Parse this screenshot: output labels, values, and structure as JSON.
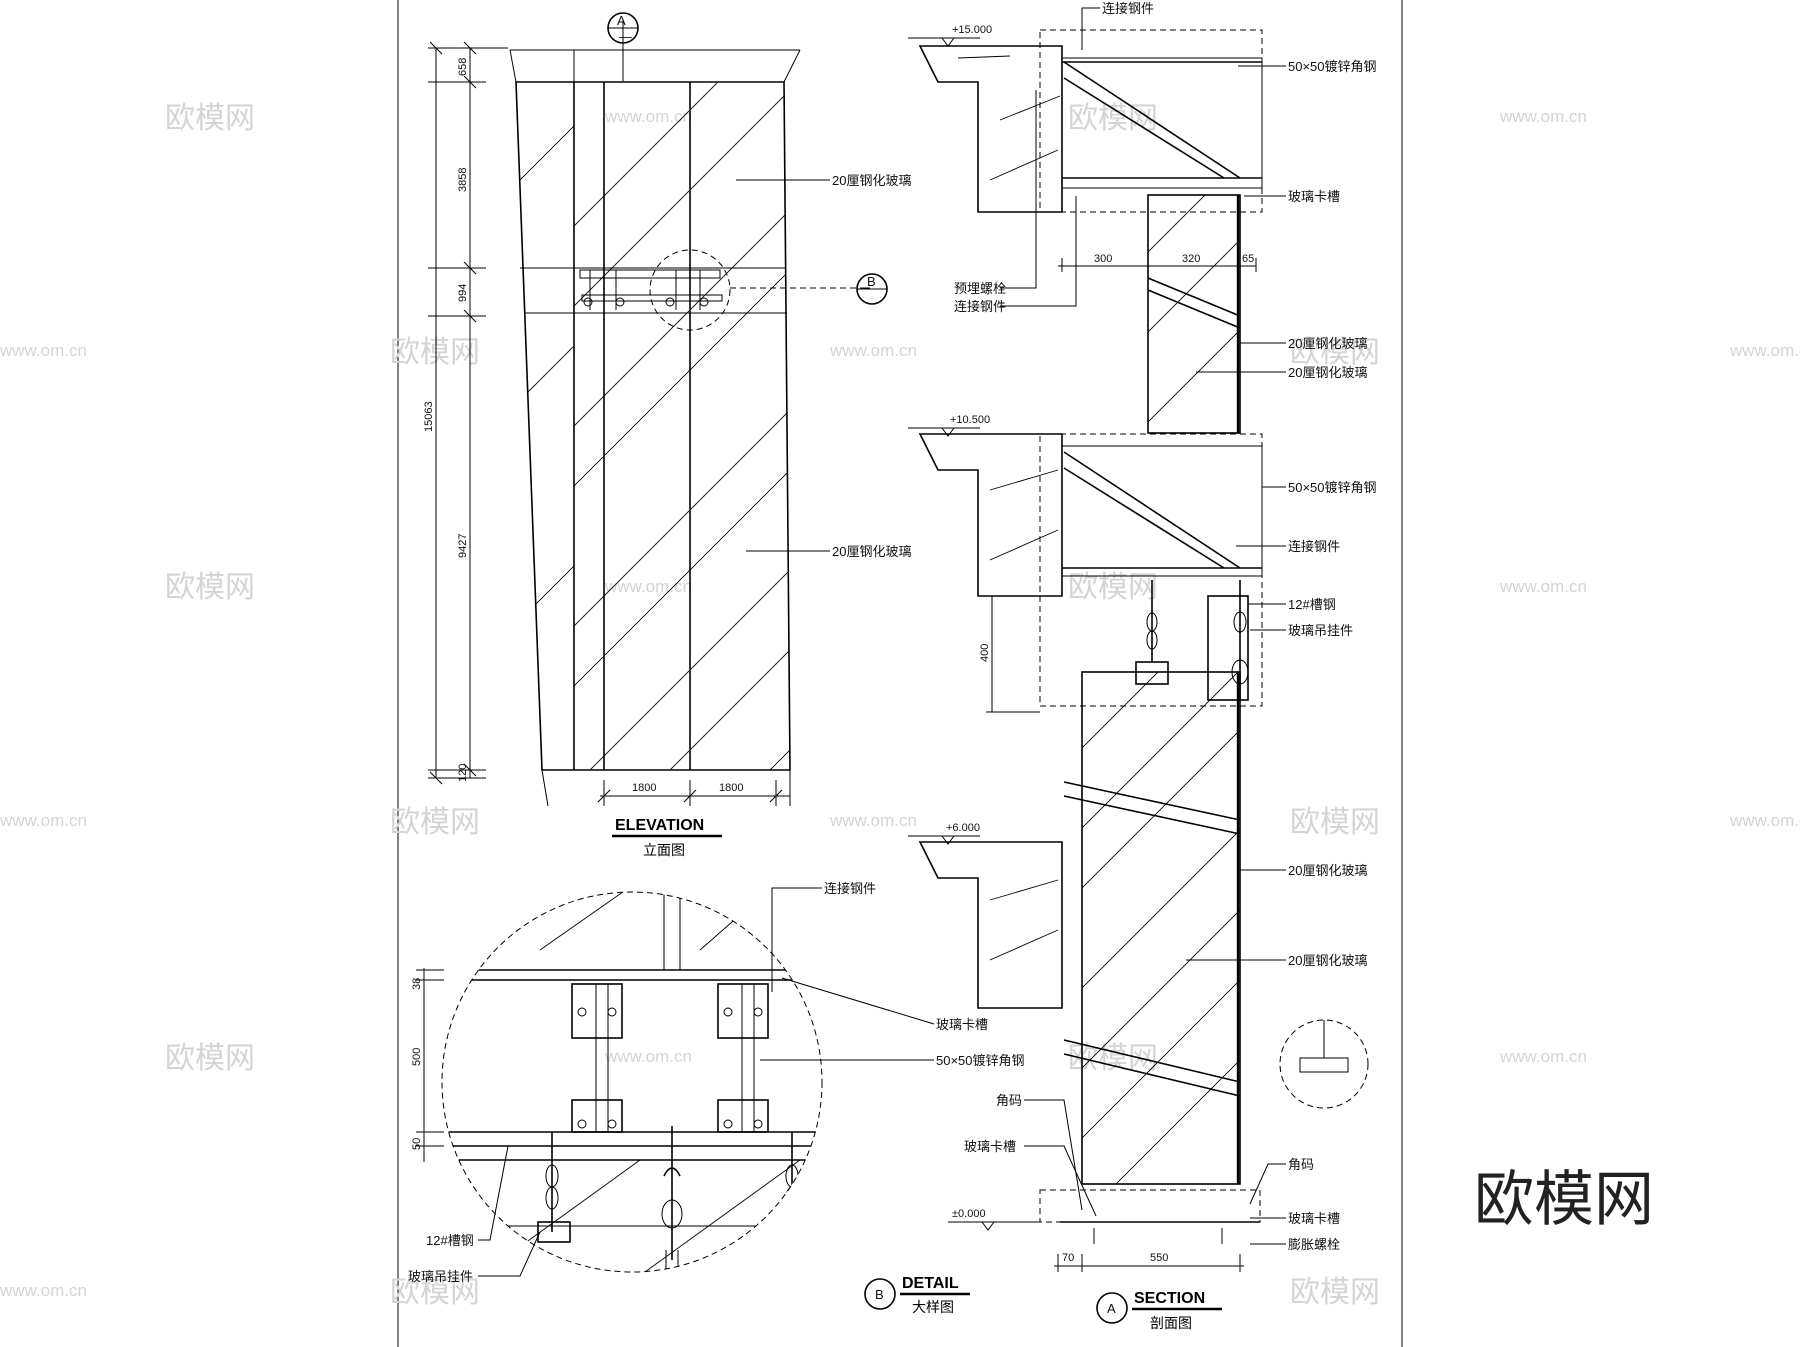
{
  "sheet": {
    "watermark": "欧模网",
    "watermark_url": "www.om.cn",
    "brand": "欧模网"
  },
  "elevation": {
    "title": "ELEVATION",
    "subtitle": "立面图",
    "marker_a": "A",
    "marker_b": "B",
    "dims_vertical": [
      "658",
      "3858",
      "994",
      "15063",
      "9427",
      "120"
    ],
    "dims_bottom": [
      "1800",
      "1800"
    ],
    "labels": [
      "20厘钢化玻璃",
      "20厘钢化玻璃"
    ]
  },
  "section": {
    "title": "SECTION",
    "subtitle": "剖面图",
    "marker": "A",
    "levels": [
      "+15.000",
      "+10.500",
      "+6.000",
      "±0.000"
    ],
    "labels": {
      "conn_steel_top": "连接钢件",
      "angle_top": "50×50镀锌角钢",
      "glass_slot_top": "玻璃卡槽",
      "embedded_bolt": "预埋螺栓",
      "conn_steel_2": "连接钢件",
      "glass_1": "20厘钢化玻璃",
      "glass_2": "20厘钢化玻璃",
      "angle_mid": "50×50镀锌角钢",
      "conn_steel_mid": "连接钢件",
      "channel": "12#槽钢",
      "hanger": "玻璃吊挂件",
      "glass_3": "20厘钢化玻璃",
      "glass_4": "20厘钢化玻璃",
      "corner_left": "角码",
      "slot_left": "玻璃卡槽",
      "corner_right": "角码",
      "slot_right": "玻璃卡槽",
      "expansion_bolt": "膨胀螺栓"
    },
    "dims": [
      "300",
      "320",
      "65",
      "400",
      "70",
      "550"
    ]
  },
  "detail": {
    "title": "DETAIL",
    "subtitle": "大样图",
    "marker": "B",
    "dims": [
      "38",
      "500",
      "50"
    ],
    "labels": {
      "conn_steel": "连接钢件",
      "glass_slot": "玻璃卡槽",
      "angle": "50×50镀锌角钢",
      "channel": "12#槽钢",
      "hanger": "玻璃吊挂件"
    }
  }
}
